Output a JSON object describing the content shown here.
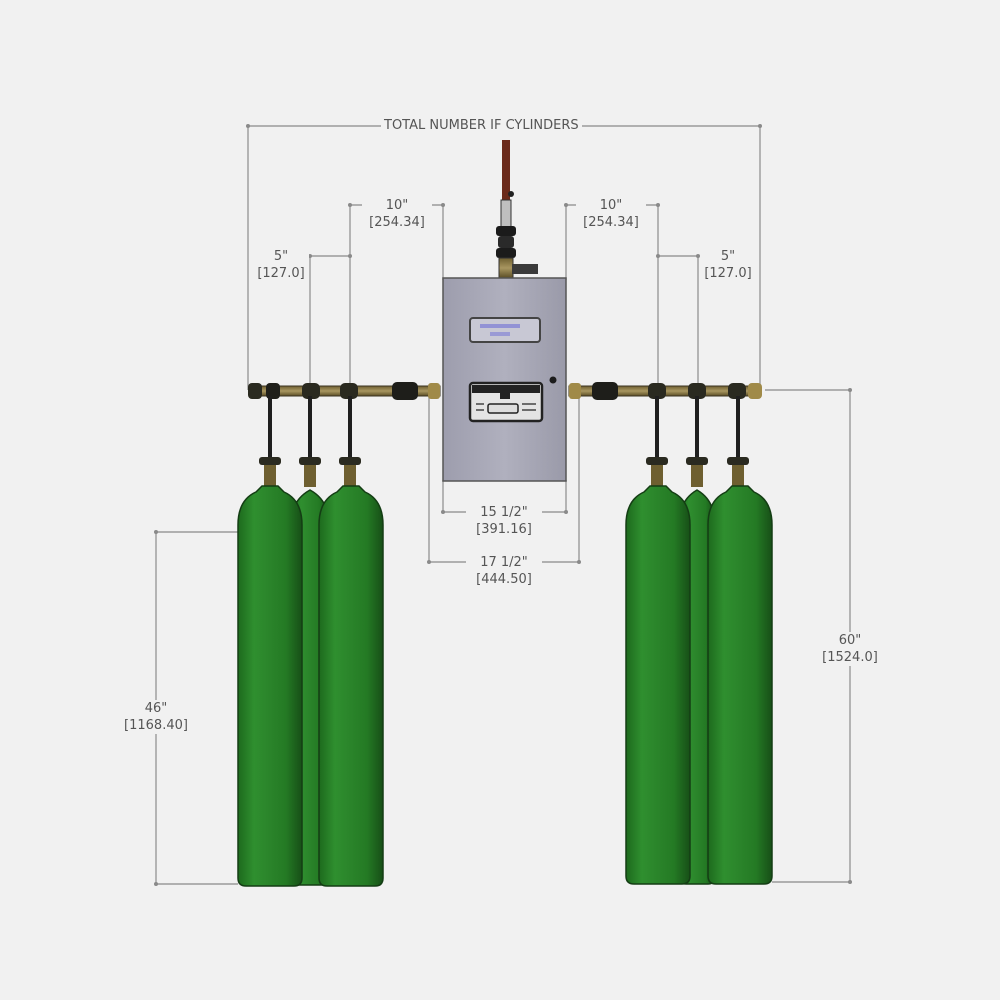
{
  "diagram": {
    "title_dimension": "TOTAL NUMBER IF CYLINDERS",
    "colors": {
      "background": "#f1f1f1",
      "dimension_line": "#9a9a9a",
      "dimension_text": "#555555",
      "cylinder_green": "#2e8b2e",
      "cylinder_dark": "#1b5e1b",
      "manifold_brass": "#8a7a4a",
      "cabinet_gray": "#a9a9b8",
      "outlet_pipe": "#6b2a1a"
    },
    "dimensions": {
      "left_outer": {
        "imperial": "5\"",
        "metric": "[127.0]"
      },
      "left_inner": {
        "imperial": "10\"",
        "metric": "[254.34]"
      },
      "right_inner": {
        "imperial": "10\"",
        "metric": "[254.34]"
      },
      "right_outer": {
        "imperial": "5\"",
        "metric": "[127.0]"
      },
      "cabinet_width": {
        "imperial": "15 1/2\"",
        "metric": "[391.16]"
      },
      "cabinet_overall": {
        "imperial": "17 1/2\"",
        "metric": "[444.50]"
      },
      "cylinder_height": {
        "imperial": "46\"",
        "metric": "[1168.40]"
      },
      "overall_height": {
        "imperial": "60\"",
        "metric": "[1524.0]"
      }
    },
    "cabinet": {
      "label_panel": "",
      "has_indicator_light": true
    },
    "cylinder_banks": [
      {
        "side": "left",
        "count": 3
      },
      {
        "side": "right",
        "count": 3
      }
    ]
  }
}
